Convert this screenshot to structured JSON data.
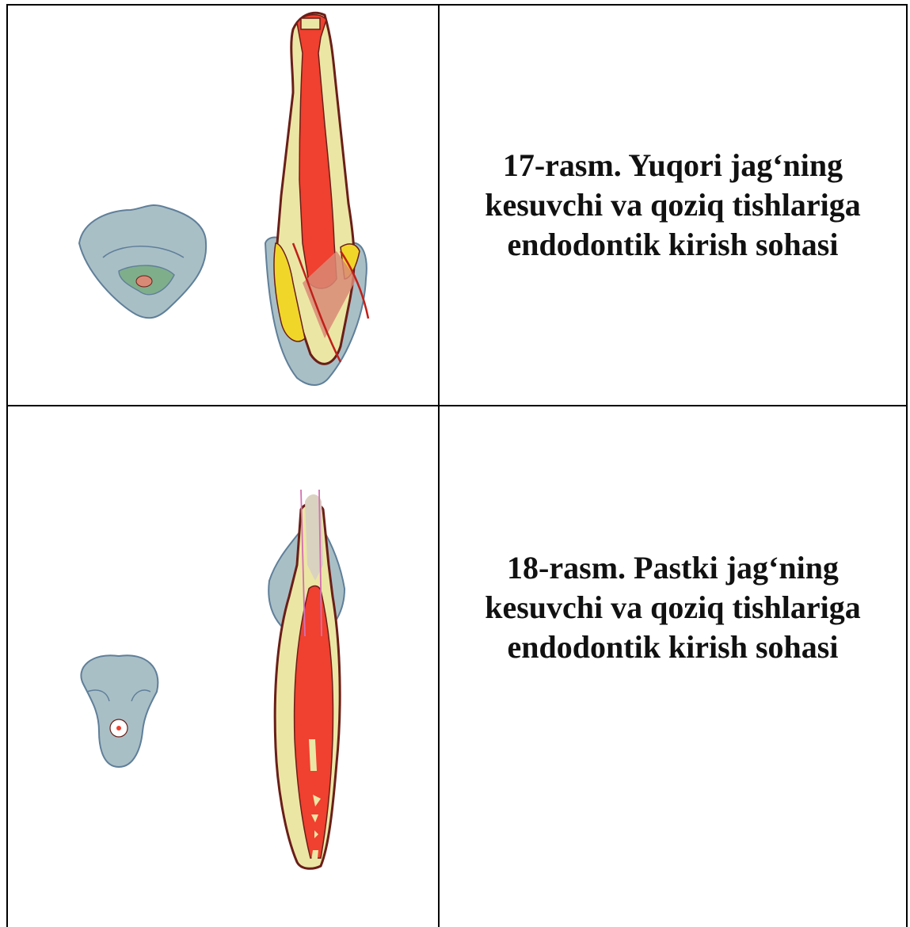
{
  "rows": [
    {
      "caption_lines": [
        "17-rasm. Yuqori jag‘ning",
        "kesuvchi va qoziq tishlariga",
        "endodontik kirish sohasi"
      ]
    },
    {
      "caption_lines": [
        "18-rasm. Pastki jag‘ning",
        "kesuvchi va qoziq tishlariga",
        "endodontik kirish sohasi"
      ]
    }
  ],
  "colors": {
    "enamel": "#a9bfc6",
    "dentin": "#ece6a5",
    "pulp": "#f0402f",
    "outline": "#6a1f18",
    "access": "#d98a76",
    "yellow": "#f1d62a",
    "canal_line": "#d46fb0"
  }
}
